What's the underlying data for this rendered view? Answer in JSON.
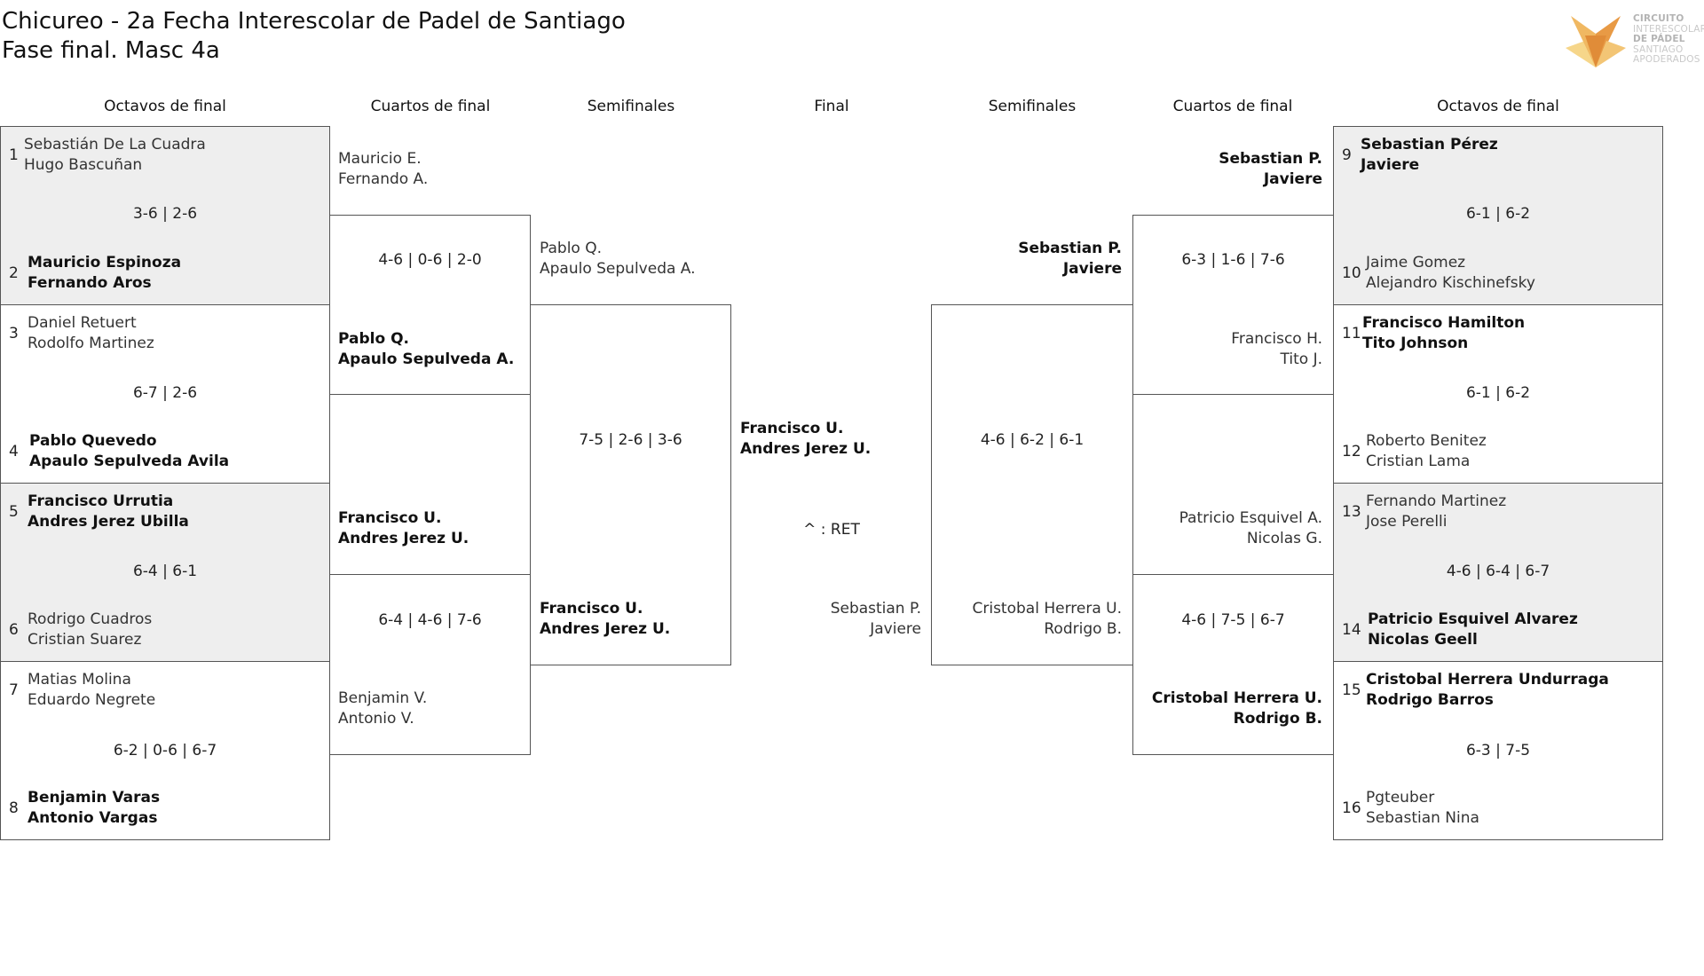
{
  "header": {
    "title_line1": "Chicureo - 2a Fecha Interescolar de Padel de Santiago",
    "title_line2": "Fase final. Masc 4a"
  },
  "logo": {
    "lines": [
      "CIRCUITO",
      "INTERESCOLAR",
      "DE PÁDEL",
      "SANTIAGO",
      "APODERADOS"
    ],
    "colors": {
      "orange": "#e8a04a",
      "gold": "#f3c66b"
    }
  },
  "round_headers": {
    "left_r16": "Octavos de final",
    "left_qf": "Cuartos de final",
    "left_sf": "Semifinales",
    "final": "Final",
    "right_sf": "Semifinales",
    "right_qf": "Cuartos de final",
    "right_r16": "Octavos de final"
  },
  "left_r16": [
    {
      "seed_a": "1",
      "a1": "Sebastián De La Cuadra",
      "a2": "Hugo Bascuñan",
      "score": "3-6 | 2-6",
      "seed_b": "2",
      "b1": "Mauricio Espinoza",
      "b2": "Fernando Aros"
    },
    {
      "seed_a": "3",
      "a1": "Daniel Retuert",
      "a2": "Rodolfo Martinez",
      "score": "6-7 | 2-6",
      "seed_b": "4",
      "b1": "Pablo Quevedo",
      "b2": "Apaulo Sepulveda Avila"
    },
    {
      "seed_a": "5",
      "a1": "Francisco Urrutia",
      "a2": "Andres Jerez Ubilla",
      "score": "6-4 | 6-1",
      "seed_b": "6",
      "b1": "Rodrigo Cuadros",
      "b2": "Cristian Suarez"
    },
    {
      "seed_a": "7",
      "a1": "Matias Molina",
      "a2": "Eduardo Negrete",
      "score": "6-2 | 0-6 | 6-7",
      "seed_b": "8",
      "b1": "Benjamin Varas",
      "b2": "Antonio Vargas"
    }
  ],
  "left_qf": [
    {
      "a1": "Mauricio E.",
      "a2": "Fernando A.",
      "score": "4-6 | 0-6 | 2-0",
      "b1": "Pablo Q.",
      "b2": "Apaulo Sepulveda A."
    },
    {
      "a1": "Francisco U.",
      "a2": "Andres Jerez U.",
      "score": "6-4 | 4-6 | 7-6",
      "b1": "Benjamin V.",
      "b2": "Antonio V."
    }
  ],
  "left_sf": {
    "a1": "Pablo Q.",
    "a2": "Apaulo Sepulveda A.",
    "score": "7-5 | 2-6 | 3-6",
    "b1": "Francisco U.",
    "b2": "Andres Jerez U."
  },
  "final": {
    "winner1": "Francisco U.",
    "winner2": "Andres Jerez U.",
    "note": "^ : RET",
    "other1": "Sebastian P.",
    "other2": "Javiere"
  },
  "right_sf": {
    "a1": "Sebastian P.",
    "a2": "Javiere",
    "score": "4-6 | 6-2 | 6-1",
    "b1": "Cristobal Herrera U.",
    "b2": "Rodrigo B."
  },
  "right_qf": [
    {
      "a1": "Sebastian P.",
      "a2": "Javiere",
      "score": "6-3 | 1-6 | 7-6",
      "b1": "Francisco H.",
      "b2": "Tito J."
    },
    {
      "a1": "Patricio Esquivel A.",
      "a2": "Nicolas G.",
      "score": "4-6 | 7-5 | 6-7",
      "b1": "Cristobal Herrera U.",
      "b2": "Rodrigo B."
    }
  ],
  "right_r16": [
    {
      "seed_a": "9",
      "a1": "Sebastian Pérez",
      "a2": "Javiere",
      "score": "6-1 | 6-2",
      "seed_b": "10",
      "b1": "Jaime Gomez",
      "b2": "Alejandro Kischinefsky"
    },
    {
      "seed_a": "11",
      "a1": "Francisco Hamilton",
      "a2": "Tito Johnson",
      "score": "6-1 | 6-2",
      "seed_b": "12",
      "b1": "Roberto Benitez",
      "b2": "Cristian Lama"
    },
    {
      "seed_a": "13",
      "a1": "Fernando Martinez",
      "a2": "Jose Perelli",
      "score": "4-6 | 6-4 | 6-7",
      "seed_b": "14",
      "b1": "Patricio Esquivel Alvarez",
      "b2": "Nicolas Geell"
    },
    {
      "seed_a": "15",
      "a1": "Cristobal Herrera Undurraga",
      "a2": "Rodrigo Barros",
      "score": "6-3 | 7-5",
      "seed_b": "16",
      "b1": "Pgteuber",
      "b2": "Sebastian Nina"
    }
  ]
}
